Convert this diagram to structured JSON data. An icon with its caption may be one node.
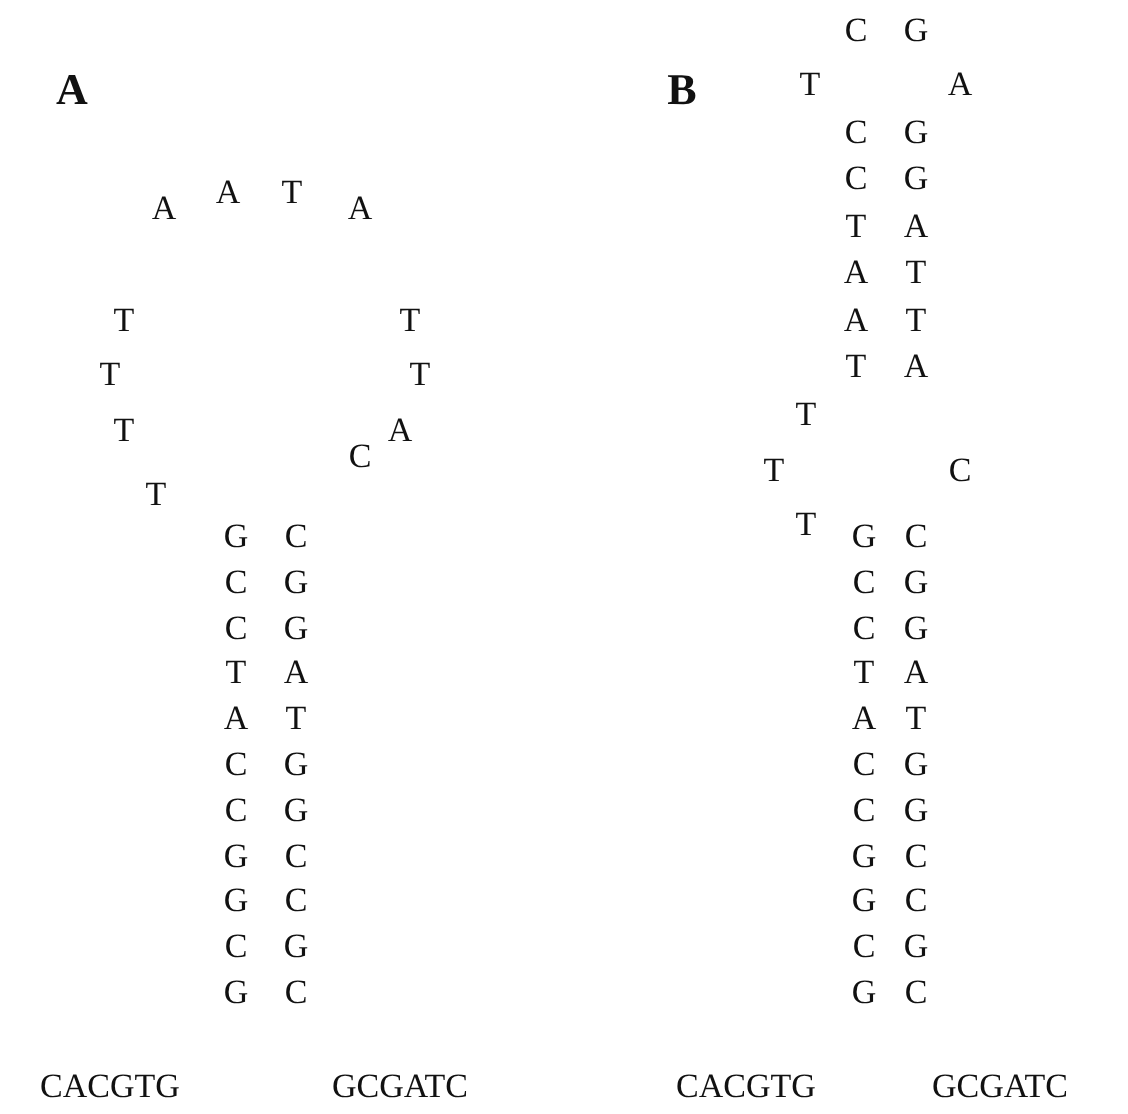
{
  "diagram": {
    "labels": [
      "A",
      "A",
      "A",
      "T",
      "A",
      "T",
      "T",
      "T",
      "T",
      "T",
      "A",
      "C",
      "T",
      "G",
      "C",
      "C",
      "G",
      "C",
      "G",
      "T",
      "A",
      "A",
      "T",
      "C",
      "G",
      "C",
      "G",
      "G",
      "C",
      "G",
      "C",
      "C",
      "G",
      "G",
      "C",
      "CACGTG",
      "GCGATC",
      "B",
      "C",
      "G",
      "T",
      "A",
      "C",
      "G",
      "C",
      "G",
      "T",
      "A",
      "A",
      "T",
      "A",
      "T",
      "T",
      "A",
      "T",
      "T",
      "C",
      "T",
      "G",
      "C",
      "C",
      "G",
      "C",
      "G",
      "T",
      "A",
      "A",
      "T",
      "C",
      "G",
      "C",
      "G",
      "G",
      "C",
      "G",
      "C",
      "C",
      "G",
      "G",
      "C",
      "CACGTG",
      "GCGATC"
    ]
  }
}
